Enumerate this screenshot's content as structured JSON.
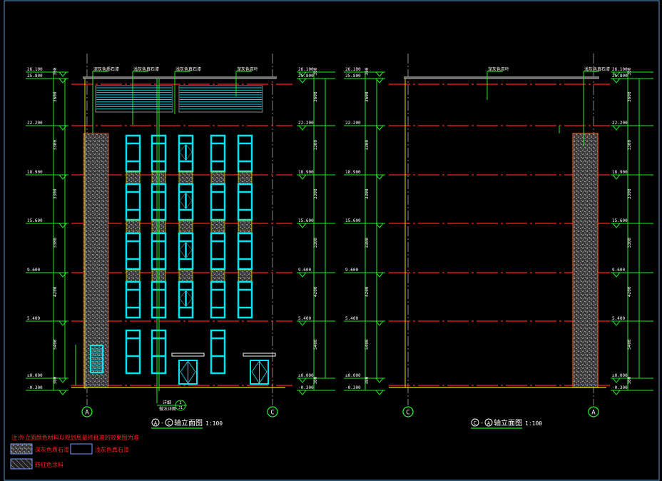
{
  "colors": {
    "background": "#000000",
    "level_line": "#ff2020",
    "dim_line": "#22ee22",
    "window": "#00e5f0",
    "stone": "#6a6a6a",
    "brick": "#e05a2a",
    "canopy": "#ffffff",
    "note": "#ff2020"
  },
  "left_view": {
    "title_prefix_a": "A",
    "title_prefix_b": "C",
    "title": "轴立面图",
    "scale": "1:100",
    "axis_left": "A",
    "axis_right": "C",
    "callouts": [
      "深灰色质石漆",
      "浅灰色真石漆",
      "浅灰色真石漆",
      "深灰色百叶"
    ],
    "detail_ref": {
      "top": "详细",
      "bottom": "做法详图",
      "num_top": "3",
      "num_bottom": "J1"
    },
    "elevations_left": [
      "26.100",
      "25.800",
      "22.200",
      "18.900",
      "15.600",
      "9.600",
      "5.400",
      "±0.000",
      "-0.300"
    ],
    "elevations_right": [
      "26.100",
      "25.800",
      "22.200",
      "18.900",
      "15.600",
      "9.600",
      "5.400",
      "±0.000",
      "-0.300"
    ]
  },
  "right_view": {
    "title_prefix_a": "C",
    "title_prefix_b": "A",
    "title": "轴立面图",
    "scale": "1:100",
    "axis_left": "C",
    "axis_right": "A",
    "callouts": [
      "深灰色百叶",
      "浅灰色真石漆"
    ],
    "elevations_left": [
      "26.100",
      "25.800",
      "22.200",
      "18.900",
      "15.600",
      "9.600",
      "5.400",
      "±0.000",
      "-0.300"
    ],
    "elevations_right": [
      "26.100",
      "25.800",
      "22.200",
      "18.900",
      "15.600",
      "9.600",
      "5.400",
      "±0.000",
      "-0.300"
    ]
  },
  "dims": [
    "300",
    "3600",
    "3300",
    "3300",
    "3300",
    "4200",
    "5400",
    "300"
  ],
  "legend": {
    "note": "注:外立面颜色材料以规划局最终批准的效果图为准",
    "items": [
      {
        "label": "深灰色质石漆",
        "swatch": "stone"
      },
      {
        "label": "浅灰色真石漆",
        "swatch": "empty"
      },
      {
        "label": "砖红色涂料",
        "swatch": "hatch"
      }
    ]
  }
}
